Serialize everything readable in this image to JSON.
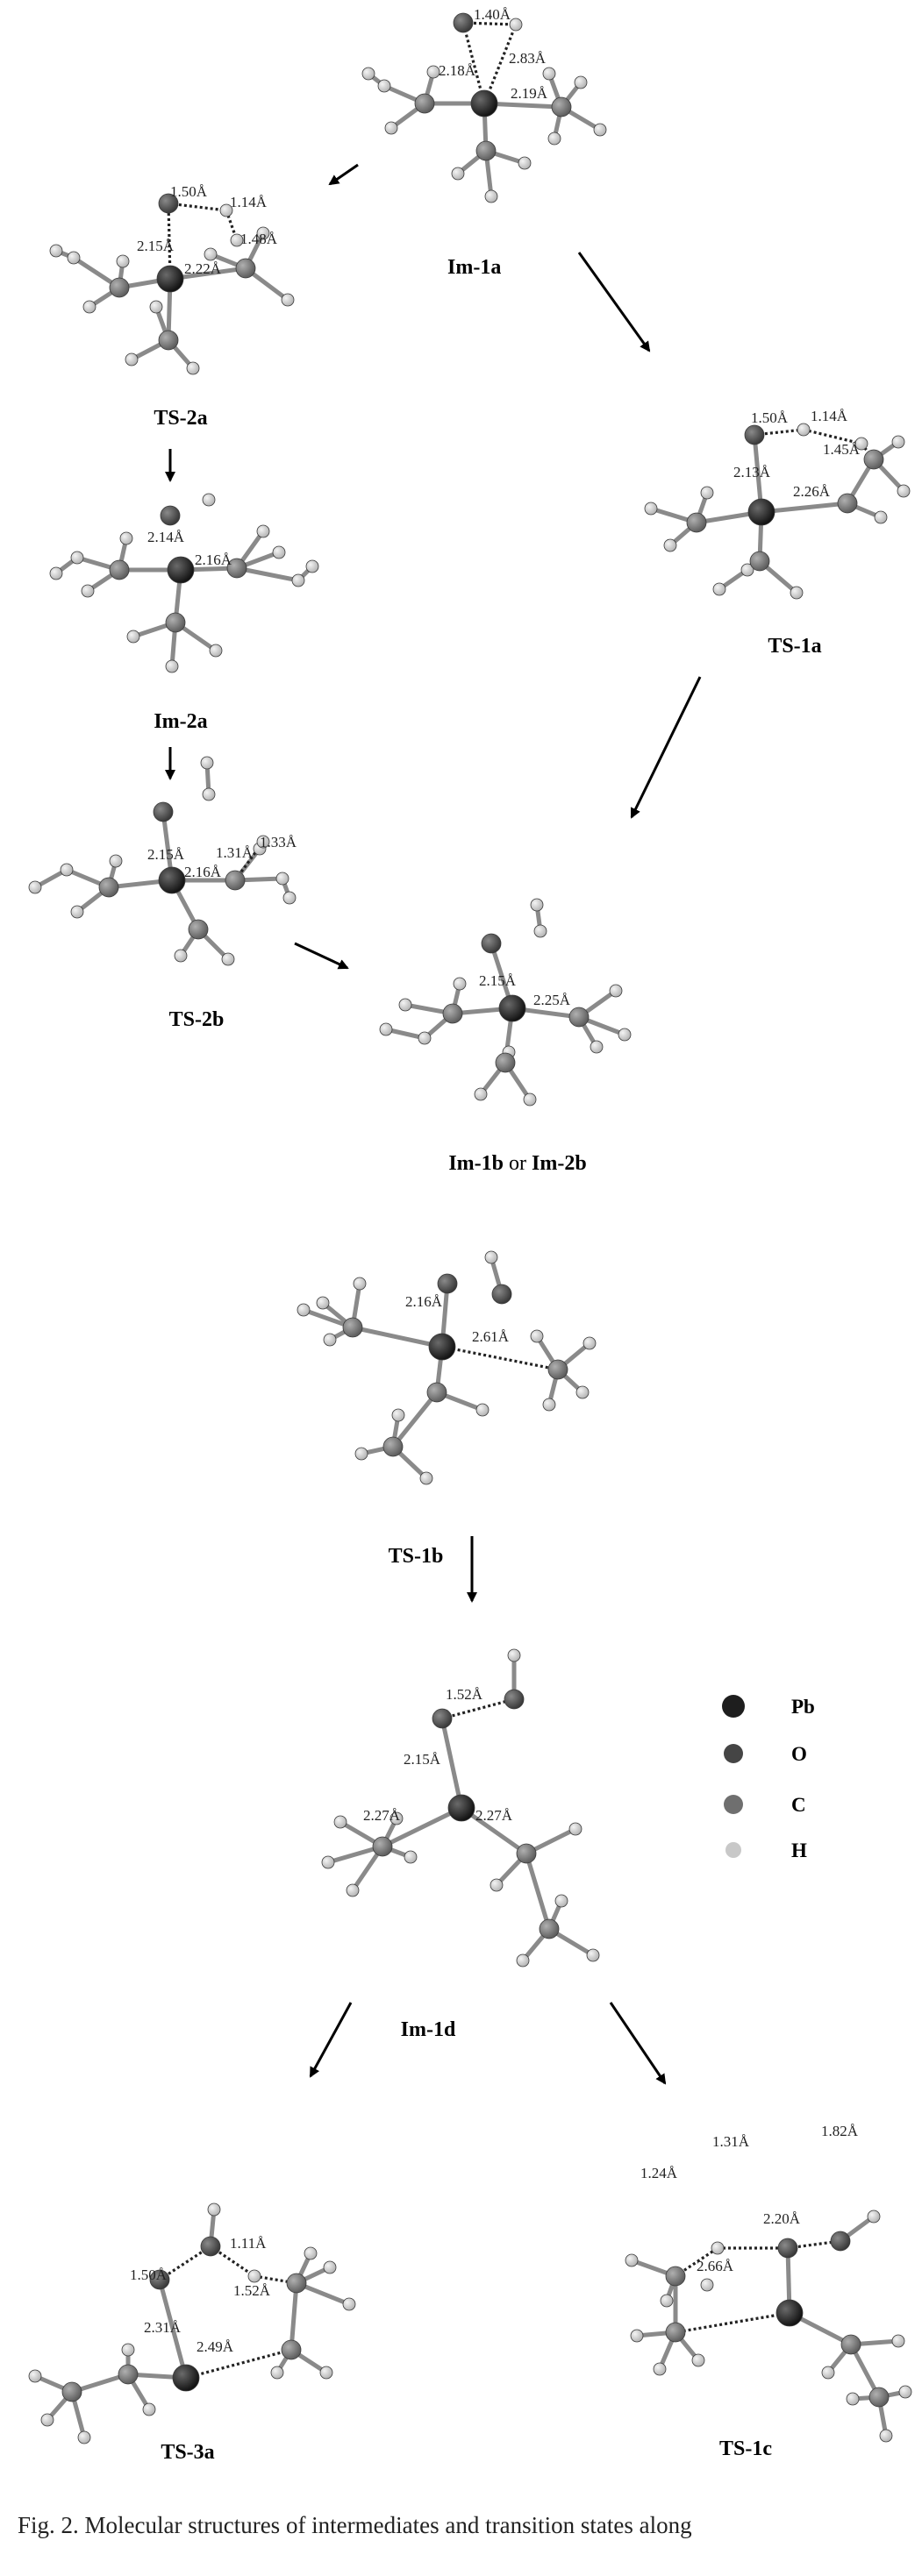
{
  "legend": [
    {
      "symbol": "Pb",
      "color": "#1e1e1e"
    },
    {
      "symbol": "O",
      "color": "#454545"
    },
    {
      "symbol": "C",
      "color": "#6f6f6f"
    },
    {
      "symbol": "H",
      "color": "#c8c8c8"
    }
  ],
  "caption": "Fig. 2.   Molecular structures of intermediates and transition states along",
  "structures": [
    {
      "name": "Im-1a",
      "distances": [
        "1.40Å",
        "2.83Å",
        "2.18Å",
        "2.19Å"
      ]
    },
    {
      "name": "TS-2a",
      "distances": [
        "1.50Å",
        "1.14Å",
        "1.48Å",
        "2.15Å",
        "2.22Å"
      ]
    },
    {
      "name": "TS-1a",
      "distances": [
        "1.50Å",
        "1.14Å",
        "1.45Å",
        "2.13Å",
        "2.26Å"
      ]
    },
    {
      "name": "Im-2a",
      "distances": [
        "2.14Å",
        "2.16Å"
      ]
    },
    {
      "name": "TS-2b",
      "distances": [
        "2.15Å",
        "1.31Å",
        "1.33Å",
        "2.16Å"
      ]
    },
    {
      "name_parts": [
        "Im-1b",
        " or ",
        "Im-2b"
      ],
      "distances": [
        "2.15Å",
        "2.25Å"
      ]
    },
    {
      "name": "TS-1b",
      "distances": [
        "2.16Å",
        "2.61Å"
      ]
    },
    {
      "name": "Im-1d",
      "distances": [
        "1.52Å",
        "2.15Å",
        "2.27Å",
        "2.27Å"
      ]
    },
    {
      "name": "TS-3a",
      "distances": [
        "1.50Å",
        "1.11Å",
        "1.52Å",
        "2.31Å",
        "2.49Å"
      ]
    },
    {
      "name": "TS-1c",
      "distances": [
        "1.31Å",
        "1.82Å",
        "1.24Å",
        "2.20Å",
        "2.66Å"
      ]
    }
  ]
}
